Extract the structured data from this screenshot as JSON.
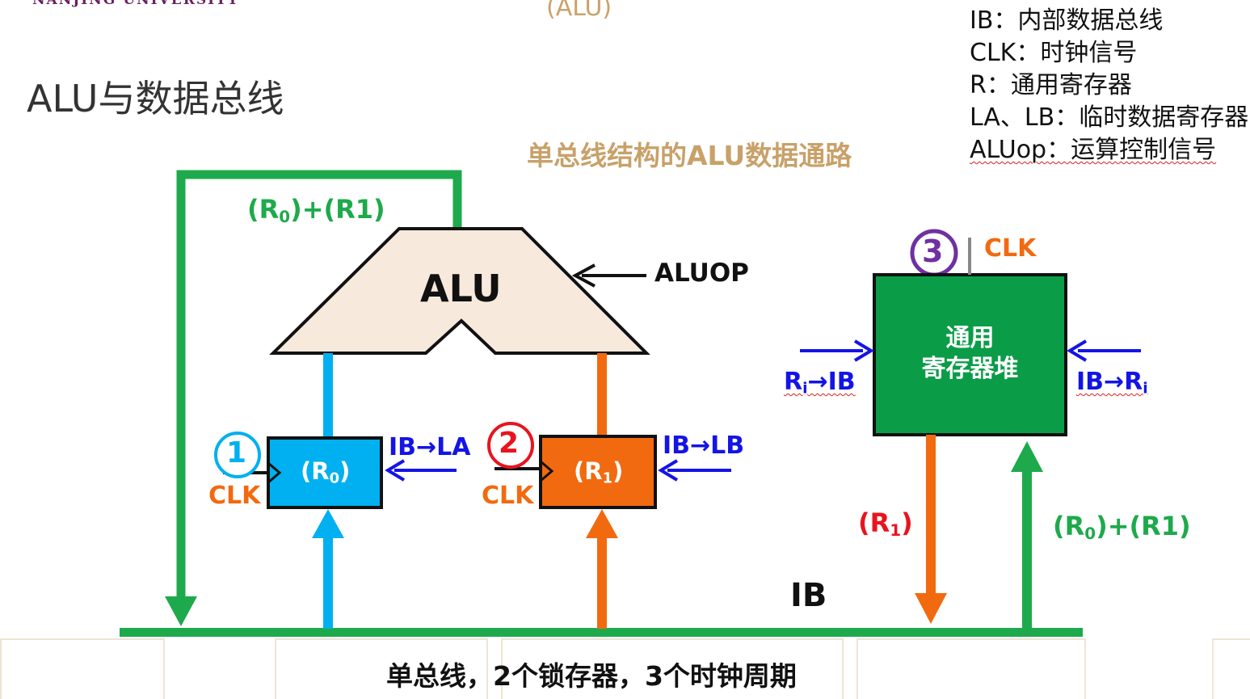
{
  "header": {
    "university": "NANJING UNIVERSITY",
    "top_fragment": "(ALU)",
    "title": "ALU与数据总线"
  },
  "legend": {
    "items": [
      "IB：内部数据总线",
      "CLK：时钟信号",
      "R：通用寄存器",
      "LA、LB：临时数据寄存器",
      "ALUop：运算控制信号"
    ]
  },
  "diagram": {
    "subtitle": "单总线结构的ALU数据通路",
    "alu_label": "ALU",
    "aluop_label": "ALUOP",
    "bus_label": "IB",
    "feedback_label": {
      "pre": "(R",
      "sub": "0",
      "post": ")+(R1)"
    },
    "reg_a": {
      "pre": "(R",
      "sub": "0",
      "post": ")",
      "step": "1",
      "clk": "CLK",
      "ctrl": "IB→LA"
    },
    "reg_b": {
      "pre": "(R",
      "sub": "1",
      "post": ")",
      "step": "2",
      "clk": "CLK",
      "ctrl": "IB→LB"
    },
    "regfile": {
      "line1": "通用",
      "line2": "寄存器堆",
      "step": "3",
      "clk": "CLK"
    },
    "ri_ib": {
      "pre": "R",
      "sub": "i",
      "post": "→IB"
    },
    "ib_ri": {
      "pre": "IB→R",
      "sub": "i"
    },
    "r1_out": {
      "pre": "(R",
      "sub": "1",
      "post": ")"
    },
    "sum_in": {
      "pre": "(R",
      "sub": "0",
      "post": ")+(R1)"
    },
    "colors": {
      "green": "#1eaa4c",
      "orange": "#f26a10",
      "cyan": "#00b0f0",
      "blue": "#1414e6",
      "alu_fill": "#f7e9dc",
      "purple": "#7030a0"
    }
  },
  "footer": {
    "caption": "单总线，2个锁存器，3个时钟周期"
  }
}
